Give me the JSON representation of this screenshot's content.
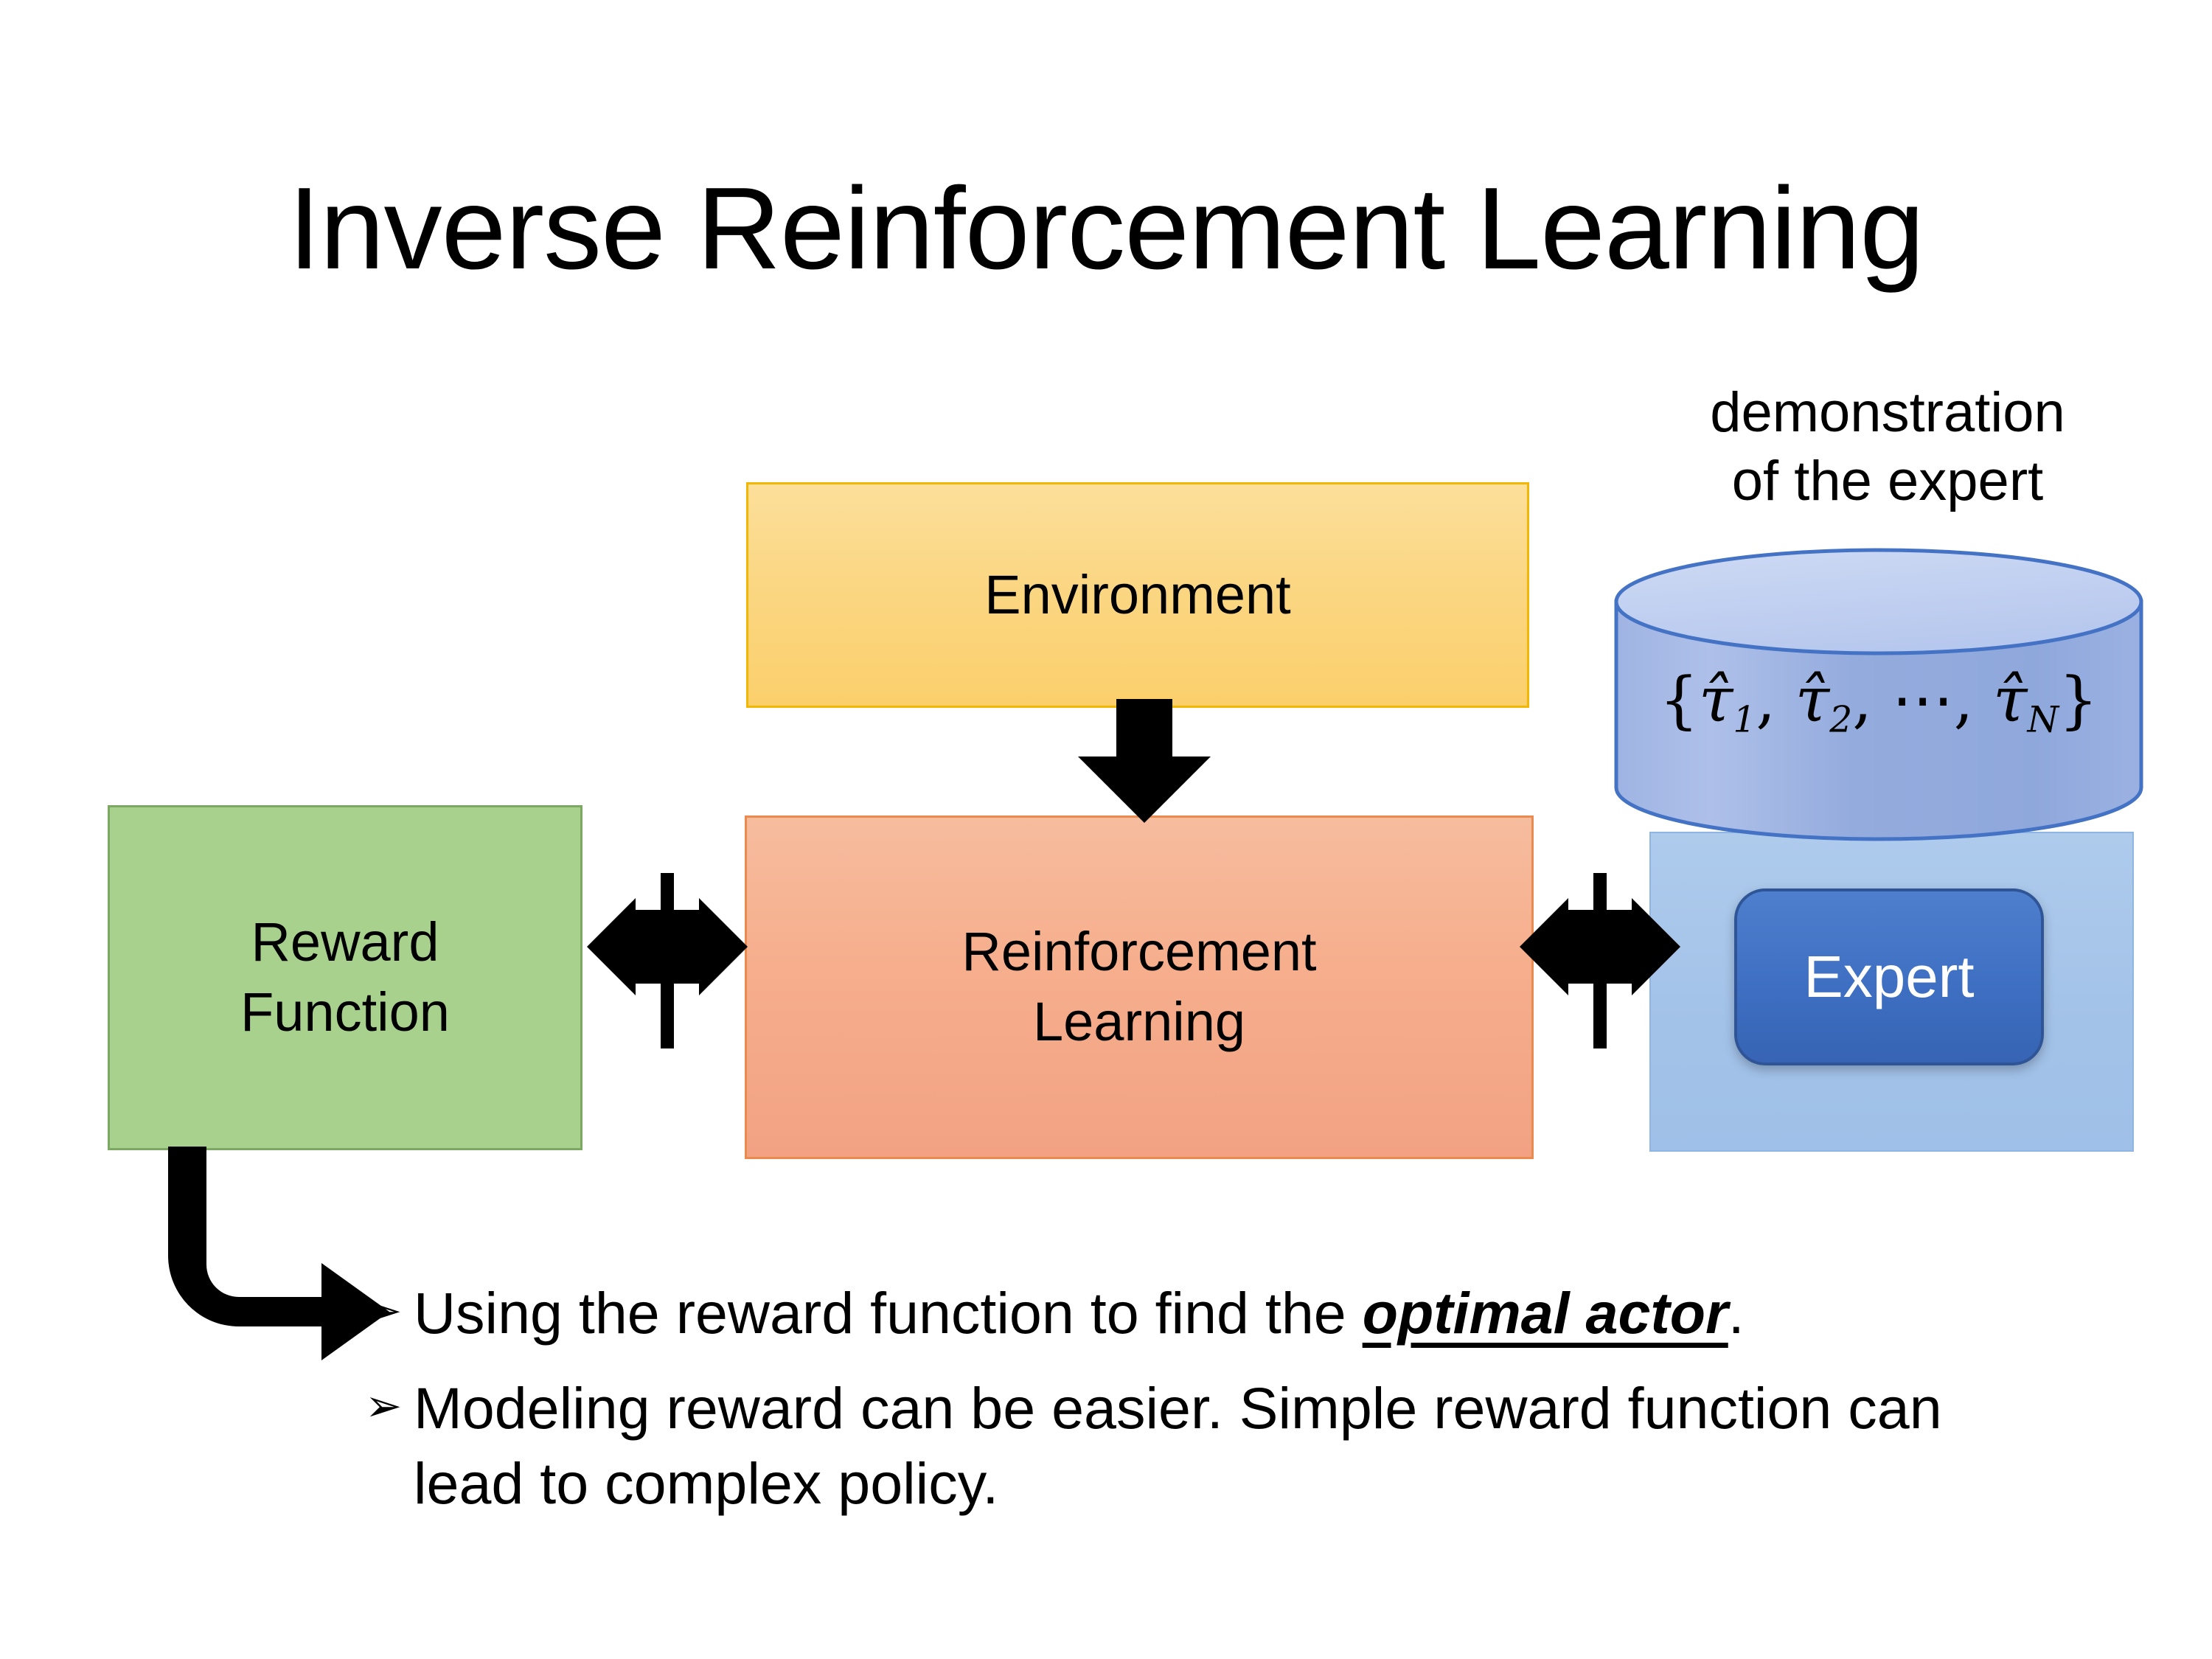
{
  "slide": {
    "title": "Inverse Reinforcement Learning",
    "background_color": "#FFFFFF"
  },
  "diagram": {
    "boxes": [
      {
        "id": "environment",
        "label": "Environment",
        "fill_color": "#FBD682",
        "border_color": "#F2B705"
      },
      {
        "id": "reinforcement-learning",
        "label": "Reinforcement Learning",
        "line1": "Reinforcement",
        "line2": "Learning",
        "fill_color": "#F6AE8C",
        "border_color": "#EB8A4F"
      },
      {
        "id": "reward-function",
        "label": "Reward Function",
        "line1": "Reward",
        "line2": "Function",
        "fill_color": "#A9D18E",
        "border_color": "#7DA864"
      }
    ],
    "expert_group": {
      "caption_line1": "demonstration",
      "caption_line2": "of the expert",
      "cylinder": {
        "formula_open": "{",
        "tau1": "τ̂",
        "sub1": "1",
        "sep1": ", ",
        "tau2": "τ̂",
        "sub2": "2",
        "sep2": ", ",
        "dots": "⋯",
        "sep3": ", ",
        "tauN": "τ̂",
        "subN": "N",
        "formula_close": "}",
        "body_color": "#96ACDF",
        "top_color": "#C5D4F0",
        "stroke_color": "#4472C4"
      },
      "panel_color": "#A3C2E8",
      "expert_label": "Expert",
      "expert_fill_color": "#4472C4",
      "expert_text_color": "#FFFFFF"
    },
    "connectors": [
      {
        "id": "environment-to-rl",
        "type": "down-arrow",
        "color": "#000000"
      },
      {
        "id": "reward-rl-link",
        "type": "quad-arrow",
        "color": "#000000"
      },
      {
        "id": "rl-expert-link",
        "type": "quad-arrow",
        "color": "#000000"
      },
      {
        "id": "reward-to-bullet",
        "type": "bent-arrow",
        "color": "#000000"
      }
    ]
  },
  "bullets": [
    {
      "marker": "➢",
      "prefix": "Using the reward function to find the ",
      "emphasis": "optimal actor",
      "suffix": "."
    },
    {
      "marker": "➢",
      "prefix": "Modeling reward can be easier. Simple reward function can lead to complex policy.",
      "emphasis": "",
      "suffix": ""
    }
  ]
}
